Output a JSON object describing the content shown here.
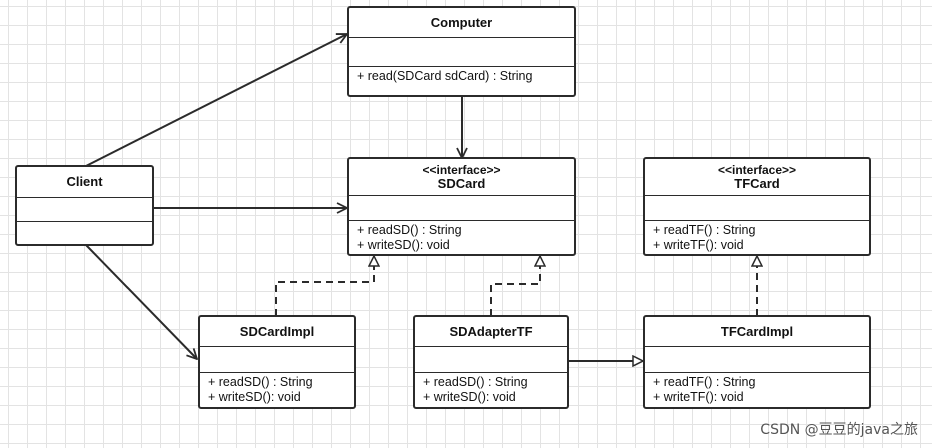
{
  "classes": {
    "computer": {
      "name": "Computer",
      "ops": [
        "+ read(SDCard sdCard) : String"
      ]
    },
    "client": {
      "name": "Client",
      "ops": []
    },
    "sdcard": {
      "stereotype": "<<interface>>",
      "name": "SDCard",
      "ops": [
        "+ readSD() : String",
        "+ writeSD(): void"
      ]
    },
    "tfcard": {
      "stereotype": "<<interface>>",
      "name": "TFCard",
      "ops": [
        "+ readTF() : String",
        "+ writeTF(): void"
      ]
    },
    "sdcardimpl": {
      "name": "SDCardImpl",
      "ops": [
        "+ readSD() : String",
        "+ writeSD(): void"
      ]
    },
    "sdadaptertf": {
      "name": "SDAdapterTF",
      "ops": [
        "+ readSD() : String",
        "+ writeSD(): void"
      ]
    },
    "tfcardimpl": {
      "name": "TFCardImpl",
      "ops": [
        "+ readTF() : String",
        "+ writeTF(): void"
      ]
    }
  },
  "relations": [
    {
      "from": "client",
      "to": "computer",
      "kind": "association"
    },
    {
      "from": "client",
      "to": "sdcard",
      "kind": "association"
    },
    {
      "from": "client",
      "to": "sdcardimpl",
      "kind": "association"
    },
    {
      "from": "computer",
      "to": "sdcard",
      "kind": "association"
    },
    {
      "from": "sdcardimpl",
      "to": "sdcard",
      "kind": "realization"
    },
    {
      "from": "sdadaptertf",
      "to": "sdcard",
      "kind": "realization"
    },
    {
      "from": "tfcardimpl",
      "to": "tfcard",
      "kind": "realization"
    },
    {
      "from": "sdadaptertf",
      "to": "tfcardimpl",
      "kind": "association-hollow-arrow"
    }
  ],
  "watermark": "CSDN @豆豆的java之旅",
  "colors": {
    "line": "#2b2b2b",
    "grid": "#e3e3e3",
    "background": "#ffffff"
  }
}
